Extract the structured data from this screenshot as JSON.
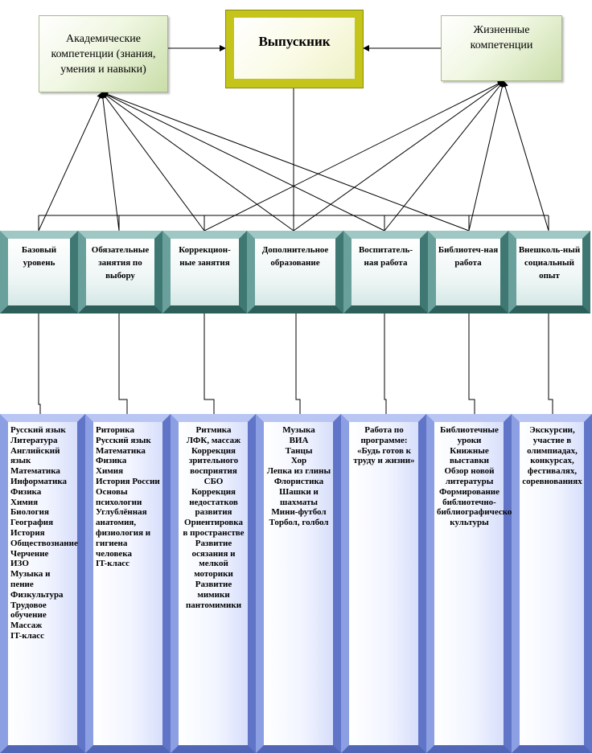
{
  "top": {
    "academic": "Академические компетенции (знания, умения и навыки)",
    "graduate": "Выпускник",
    "life": "Жизненные компетенции"
  },
  "categories": [
    "Базовый уровень",
    "Обязательные занятия по выбору",
    "Коррекцион-ные занятия",
    "Дополнительное образование",
    "Воспитатель-ная работа",
    "Библиотеч-ная работа",
    "Внешколь-ный социальный опыт"
  ],
  "details": [
    "Русский язык\nЛитература\nАнглийский язык\nМатематика\nИнформатика\nФизика\nХимия\nБиология\nГеография\nИстория\nОбществознание\nЧерчение\nИЗО\nМузыка и пение\nФизкультура\nТрудовое обучение\nМассаж\nIT-класс",
    "Риторика\n Русский язык\nМатематика\nФизика\nХимия\nИстория России\nОсновы психологии\nУглублённая анатомия, физиология и гигиена человека\nIT-класс",
    "Ритмика\nЛФК, массаж\nКоррекция зрительного восприятия\nСБО\nКоррекция недостатков развития\nОриентировка в пространстве\nРазвитие осязания и мелкой моторики\nРазвитие мимики пантомимики",
    "Музыка\nВИА\nТанцы\nХор\nЛепка из глины\nФлористика\nШашки и шахматы\nМини-футбол\nТорбол, голбол",
    "Работа по программе: «Будь готов к труду и жизни»",
    "Библиотечные уроки\nКнижные выставки\nОбзор новой литературы\nФормирование библиотечно-библиографической культуры",
    "Экскурсии, участие в олимпиадах, конкурсах, фестивалях, соревнованиях"
  ]
}
